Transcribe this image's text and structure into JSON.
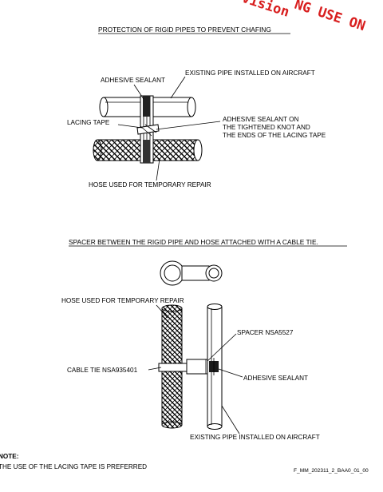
{
  "stamp": {
    "line1": "NG USE ON",
    "line2": "vision",
    "color": "#d81e1e"
  },
  "section1": {
    "title": "PROTECTION OF RIGID PIPES TO PREVENT CHAFING",
    "labels": {
      "adhesive_sealant": "ADHESIVE SEALANT",
      "existing_pipe": "EXISTING PIPE INSTALLED ON AIRCRAFT",
      "lacing_tape": "LACING TAPE",
      "sealant_on_line1": "ADHESIVE SEALANT ON",
      "sealant_on_line2": "THE TIGHTENED KNOT AND",
      "sealant_on_line3": "THE ENDS OF THE LACING TAPE",
      "hose": "HOSE USED FOR TEMPORARY REPAIR"
    }
  },
  "section2": {
    "title": "SPACER BETWEEN THE RIGID PIPE AND HOSE ATTACHED WITH A CABLE TIE.",
    "labels": {
      "hose": "HOSE USED FOR TEMPORARY REPAIR",
      "spacer": "SPACER NSA5527",
      "cable_tie": "CABLE TIE NSA935401",
      "adhesive_sealant": "ADHESIVE SEALANT",
      "existing_pipe": "EXISTING PIPE INSTALLED ON AIRCRAFT"
    }
  },
  "note": {
    "heading": "NOTE:",
    "text": "THE USE OF THE LACING TAPE IS PREFERRED"
  },
  "figure_ref": "F_MM_202311_2_BAA0_01_00"
}
